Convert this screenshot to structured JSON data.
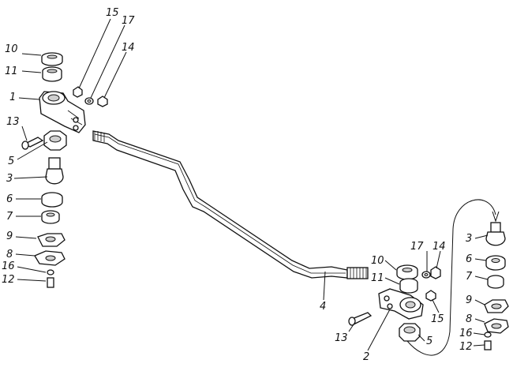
{
  "diagram": {
    "labels": [
      {
        "id": "lbl-15-top",
        "text": "15"
      },
      {
        "id": "lbl-17-top",
        "text": "17"
      },
      {
        "id": "lbl-14-top",
        "text": "14"
      },
      {
        "id": "lbl-10-left",
        "text": "10"
      },
      {
        "id": "lbl-11-left",
        "text": "11"
      },
      {
        "id": "lbl-1",
        "text": "1"
      },
      {
        "id": "lbl-13-left",
        "text": "13"
      },
      {
        "id": "lbl-5-left",
        "text": "5"
      },
      {
        "id": "lbl-3-left",
        "text": "3"
      },
      {
        "id": "lbl-6-left",
        "text": "6"
      },
      {
        "id": "lbl-7-left",
        "text": "7"
      },
      {
        "id": "lbl-9-left",
        "text": "9"
      },
      {
        "id": "lbl-8-left",
        "text": "8"
      },
      {
        "id": "lbl-16-left",
        "text": "16"
      },
      {
        "id": "lbl-12-left",
        "text": "12"
      },
      {
        "id": "lbl-4",
        "text": "4"
      },
      {
        "id": "lbl-17-right",
        "text": "17"
      },
      {
        "id": "lbl-14-right",
        "text": "14"
      },
      {
        "id": "lbl-10-right",
        "text": "10"
      },
      {
        "id": "lbl-11-right",
        "text": "11"
      },
      {
        "id": "lbl-15-right",
        "text": "15"
      },
      {
        "id": "lbl-13-right",
        "text": "13"
      },
      {
        "id": "lbl-2",
        "text": "2"
      },
      {
        "id": "lbl-5-right",
        "text": "5"
      },
      {
        "id": "lbl-3-right",
        "text": "3"
      },
      {
        "id": "lbl-6-right",
        "text": "6"
      },
      {
        "id": "lbl-7-right",
        "text": "7"
      },
      {
        "id": "lbl-9-right",
        "text": "9"
      },
      {
        "id": "lbl-8-right",
        "text": "8"
      },
      {
        "id": "lbl-16-right",
        "text": "16"
      },
      {
        "id": "lbl-12-right",
        "text": "12"
      }
    ]
  }
}
